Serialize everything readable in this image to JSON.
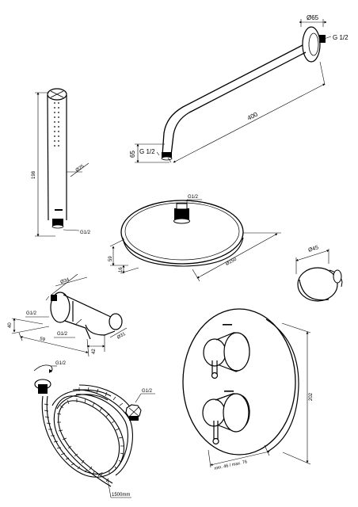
{
  "labels": {
    "arm_diameter": "Ø65",
    "arm_thread_top": "G 1/2",
    "arm_length": "400",
    "arm_height": "65",
    "arm_thread_bottom": "G 1/2",
    "hand_length": "198",
    "hand_diameter": "Ø25",
    "hand_thread": "G1/2",
    "head_thread": "G1/2",
    "head_h1": "59",
    "head_h2": "16",
    "head_diameter": "Ø250",
    "elbow_diameter": "Ø45",
    "holder_depth1": "Ø34",
    "holder_thread1": "G1/2",
    "holder_h": "40",
    "holder_w": "59",
    "holder_thread2": "G1/2",
    "holder_d2": "42",
    "holder_dia": "Ø31",
    "hose_thread_top": "G1/2",
    "hose_thread_right": "G1/2",
    "hose_length": "1500mm",
    "mixer_height": "202",
    "mixer_depth": "min. 46 / max. 76"
  }
}
